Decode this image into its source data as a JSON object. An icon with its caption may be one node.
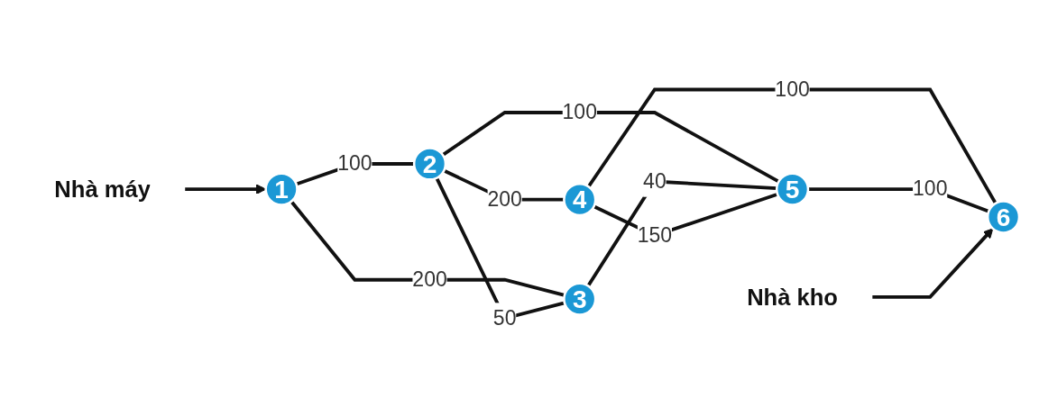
{
  "diagram": {
    "nodes": [
      {
        "text": [
          "1"
        ]
      },
      {
        "text": [
          "2"
        ]
      },
      {
        "text": [
          "3"
        ]
      },
      {
        "text": [
          "4"
        ]
      },
      {
        "text": [
          "5"
        ]
      },
      {
        "text": [
          "6"
        ]
      },
      {
        "text": [
          "Nhà máy"
        ]
      },
      {
        "text": [
          "Nhà kho"
        ]
      }
    ],
    "edges": [
      {
        "from": 6,
        "to": 0,
        "arrow": "to"
      },
      {
        "from": 0,
        "to": 1,
        "arrow": "none",
        "label": "100"
      },
      {
        "from": 0,
        "to": 2,
        "arrow": "none",
        "label": "200"
      },
      {
        "from": 1,
        "to": 2,
        "arrow": "none",
        "label": "50"
      },
      {
        "from": 1,
        "to": 3,
        "arrow": "none",
        "label": "200"
      },
      {
        "from": 1,
        "to": 4,
        "arrow": "none",
        "label": "100"
      },
      {
        "from": 2,
        "to": 4,
        "arrow": "none",
        "label": "40"
      },
      {
        "from": 3,
        "to": 4,
        "arrow": "none",
        "label": "150"
      },
      {
        "from": 3,
        "to": 5,
        "arrow": "none",
        "label": "100"
      },
      {
        "from": 4,
        "to": 5,
        "arrow": "none",
        "label": "100"
      },
      {
        "from": 7,
        "to": 5,
        "arrow": "to"
      }
    ]
  }
}
